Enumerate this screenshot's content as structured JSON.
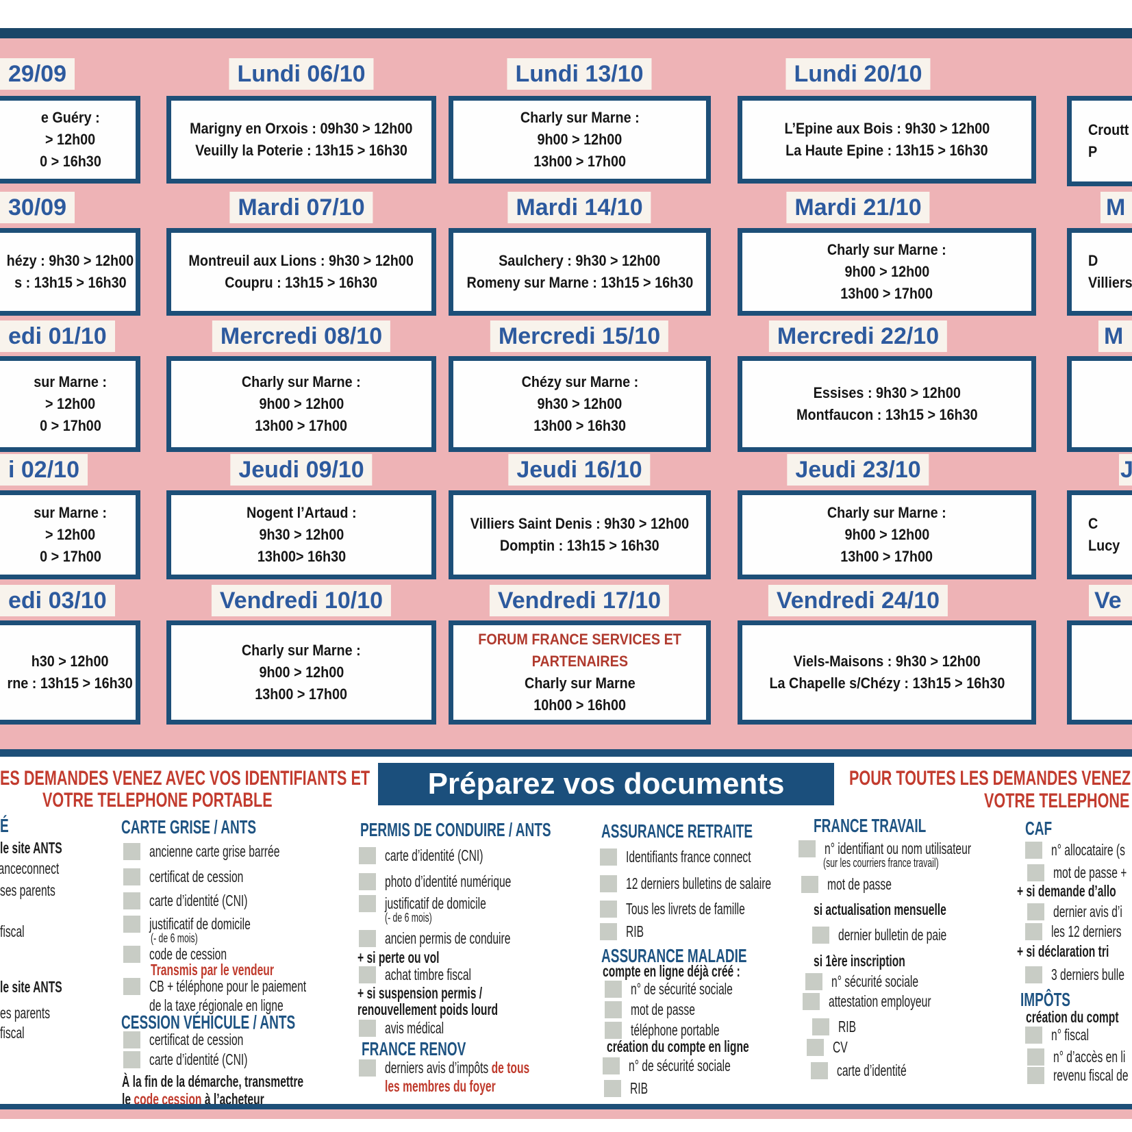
{
  "cal": {
    "c1": {
      "r1": {
        "day": "29/09",
        "lines": [
          "e Guéry :",
          "> 12h00",
          "0 > 16h30"
        ]
      },
      "r2": {
        "day": "30/09",
        "lines": [
          "hézy : 9h30 > 12h00",
          "s : 13h15 > 16h30"
        ]
      },
      "r3": {
        "day": "edi 01/10",
        "lines": [
          "sur Marne :",
          "> 12h00",
          "0 > 17h00"
        ]
      },
      "r4": {
        "day": "i 02/10",
        "lines": [
          "sur Marne :",
          "> 12h00",
          "0 > 17h00"
        ]
      },
      "r5": {
        "day": "edi 03/10",
        "lines": [
          "h30 > 12h00",
          "rne : 13h15 > 16h30"
        ]
      }
    },
    "c2": {
      "r1": {
        "day": "Lundi 06/10",
        "lines": [
          "Marigny en Orxois : 09h30 > 12h00",
          "Veuilly la Poterie : 13h15 > 16h30"
        ]
      },
      "r2": {
        "day": "Mardi 07/10",
        "lines": [
          "Montreuil aux Lions : 9h30 > 12h00",
          "Coupru : 13h15 > 16h30"
        ]
      },
      "r3": {
        "day": "Mercredi 08/10",
        "lines": [
          "Charly sur Marne :",
          "9h00 > 12h00",
          "13h00 > 17h00"
        ]
      },
      "r4": {
        "day": "Jeudi 09/10",
        "lines": [
          "Nogent l’Artaud :",
          "9h30 > 12h00",
          "13h00> 16h30"
        ]
      },
      "r5": {
        "day": "Vendredi 10/10",
        "lines": [
          "Charly sur Marne :",
          "9h00 > 12h00",
          "13h00 > 17h00"
        ]
      }
    },
    "c3": {
      "r1": {
        "day": "Lundi 13/10",
        "lines": [
          "Charly sur Marne :",
          "9h00 > 12h00",
          "13h00 > 17h00"
        ]
      },
      "r2": {
        "day": "Mardi 14/10",
        "lines": [
          "Saulchery : 9h30 > 12h00",
          "Romeny sur Marne : 13h15 > 16h30"
        ]
      },
      "r3": {
        "day": "Mercredi 15/10",
        "lines": [
          "Chézy sur Marne :",
          "9h30 > 12h00",
          "13h00 > 16h30"
        ]
      },
      "r4": {
        "day": "Jeudi 16/10",
        "lines": [
          "Villiers Saint Denis : 9h30 > 12h00",
          "Domptin : 13h15 > 16h30"
        ]
      },
      "r5": {
        "day": "Vendredi 17/10",
        "red_lines": [
          "FORUM FRANCE SERVICES ET",
          "PARTENAIRES"
        ],
        "lines": [
          "Charly sur Marne",
          "10h00 > 16h00"
        ]
      }
    },
    "c4": {
      "r1": {
        "day": "Lundi 20/10",
        "lines": [
          "L’Epine aux Bois : 9h30 > 12h00",
          "La Haute Epine : 13h15 > 16h30"
        ]
      },
      "r2": {
        "day": "Mardi 21/10",
        "lines": [
          "Charly sur Marne :",
          "9h00 > 12h00",
          "13h00 > 17h00"
        ]
      },
      "r3": {
        "day": "Mercredi 22/10",
        "lines": [
          "Essises : 9h30 > 12h00",
          "Montfaucon : 13h15 > 16h30"
        ]
      },
      "r4": {
        "day": "Jeudi 23/10",
        "lines": [
          "Charly sur Marne :",
          "9h00 > 12h00",
          "13h00 > 17h00"
        ]
      },
      "r5": {
        "day": "Vendredi 24/10",
        "lines": [
          "Viels-Maisons : 9h30 > 12h00",
          "La Chapelle s/Chézy : 13h15 > 16h30"
        ]
      }
    },
    "c5": {
      "r1": {
        "lines": [
          "Croutt",
          "P"
        ]
      },
      "r2": {
        "day": "M",
        "lines": [
          "D",
          "Villiers"
        ]
      },
      "r3": {
        "day": "M"
      },
      "r4": {
        "day": "J",
        "lines": [
          "C",
          "Lucy"
        ]
      },
      "r5": {
        "day": "Ve"
      }
    }
  },
  "docs": {
    "left_heading": {
      "l1": "ES DEMANDES VENEZ AVEC VOS IDENTIFIANTS ET",
      "l2": "VOTRE TELEPHONE PORTABLE"
    },
    "banner": "Préparez vos documents",
    "right_heading": {
      "l1": "POUR TOUTES LES DEMANDES VENEZ A",
      "l2": "VOTRE TELEPHONE P"
    },
    "identity": {
      "header": "É",
      "i1": "le site ANTS",
      "i2": "franceconnect",
      "i3": "ses parents",
      "i4": "fiscal",
      "i5": "le site ANTS",
      "i6": "es parents",
      "i7": "fiscal"
    },
    "carte_grise": {
      "header": "CARTE GRISE / ANTS",
      "i1": "ancienne carte grise barrée",
      "i2": "certificat de cession",
      "i3": "carte d’identité (CNI)",
      "i4": "justificatif de domicile",
      "i4b": "(- de 6 mois)",
      "i5": "code de cession",
      "i5b": "Transmis par le vendeur",
      "i6": "CB + téléphone pour le paiement",
      "i6b": "de la taxe régionale en ligne",
      "header2": "CESSION VÉHICULE / ANTS",
      "i7": "certificat de cession",
      "i8": "carte d’identité (CNI)",
      "note1": "À la fin de la démarche, transmettre",
      "note2a": "le ",
      "note2b": "code cession",
      "note2c": " à l’acheteur"
    },
    "permis": {
      "header": "PERMIS DE CONDUIRE / ANTS",
      "i1": "carte d’identité (CNI)",
      "i2": "photo d’identité numérique",
      "i3": "justificatif de domicile",
      "i3b": "(- de 6 mois)",
      "i4": "ancien permis de conduire",
      "s1": "+ si perte ou vol",
      "i5": "achat timbre fiscal",
      "s2a": "+ si suspension permis /",
      "s2b": "renouvellement poids lourd",
      "i6": "avis médical",
      "header2": "FRANCE RENOV",
      "i7a": "derniers avis d’impôts ",
      "i7b": "de tous",
      "i7c": "les membres du foyer"
    },
    "retraite": {
      "header": "ASSURANCE RETRAITE",
      "i1": "Identifiants france connect",
      "i2": "12 derniers bulletins de salaire",
      "i3": "Tous les livrets de famille",
      "i4": "RIB",
      "header2": "ASSURANCE MALADIE",
      "s1": "compte en ligne déjà créé :",
      "i5": "n° de sécurité sociale",
      "i6": "mot de passe",
      "i7": "téléphone portable",
      "s2": "création du compte en ligne",
      "i8": "n° de sécurité sociale",
      "i9": "RIB"
    },
    "travail": {
      "header": "FRANCE TRAVAIL",
      "i1": "n° identifiant ou nom utilisateur",
      "i1b": "(sur les courriers france travail)",
      "i2": "mot de passe",
      "s1": "si actualisation mensuelle",
      "i3": "dernier bulletin de paie",
      "s2": "si 1ère inscription",
      "i4": "n° sécurité sociale",
      "i5": "attestation employeur",
      "i6": "RIB",
      "i7": "CV",
      "i8": "carte d’identité"
    },
    "caf": {
      "header": "CAF",
      "i1": "n° allocataire (s",
      "i2": "mot de passe +",
      "s1": "+ si demande d’allo",
      "i3": "dernier avis d’i",
      "i4": "les 12 derniers",
      "s2": "+ si déclaration tri",
      "i5": "3 derniers bulle",
      "header2": "IMPÔTS",
      "s3": "création du compt",
      "i6": "n° fiscal",
      "i7": "n° d’accès en li",
      "i8": "revenu fiscal de"
    }
  }
}
